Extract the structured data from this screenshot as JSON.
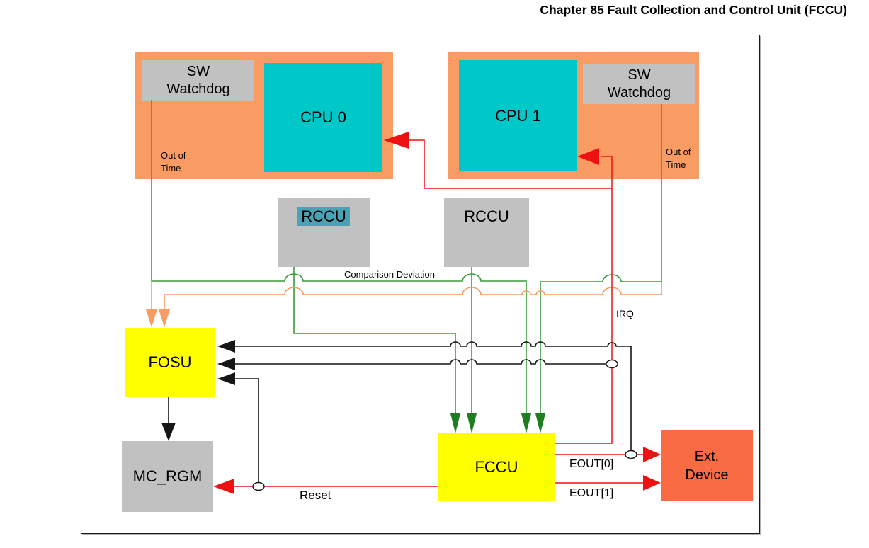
{
  "header": {
    "title": "Chapter 85 Fault Collection and Control Unit (FCCU)"
  },
  "diagram": {
    "platform0": {
      "watchdog_label": "SW\nWatchdog",
      "cpu_label": "CPU 0",
      "timeout_label": "Out of\nTime"
    },
    "platform1": {
      "watchdog_label": "SW\nWatchdog",
      "cpu_label": "CPU 1",
      "timeout_label": "Out of\nTime"
    },
    "rccu0": {
      "label": "RCCU",
      "text_selected": true
    },
    "rccu1": {
      "label": "RCCU",
      "text_selected": false
    },
    "fosu": {
      "label": "FOSU"
    },
    "mc_rgm": {
      "label": "MC_RGM"
    },
    "fccu": {
      "label": "FCCU"
    },
    "ext_device": {
      "label": "Ext.\nDevice"
    },
    "signals": {
      "comparison_deviation": "Comparison Deviation",
      "irq": "IRQ",
      "eout0": "EOUT[0]",
      "eout1": "EOUT[1]",
      "reset": "Reset"
    }
  },
  "colors": {
    "platform_orange": "#F99C63",
    "cpu_cyan": "#00C8C9",
    "box_gray": "#C1C1C1",
    "unit_yellow": "#FFFF00",
    "ext_device_orange": "#F96B42",
    "selection_teal": "#4AA2B4",
    "line_green": "#3C9B3C",
    "arrow_green": "#1E7D1E",
    "line_orange": "#F99C63",
    "line_red": "#EE1111",
    "line_black": "#161616"
  }
}
